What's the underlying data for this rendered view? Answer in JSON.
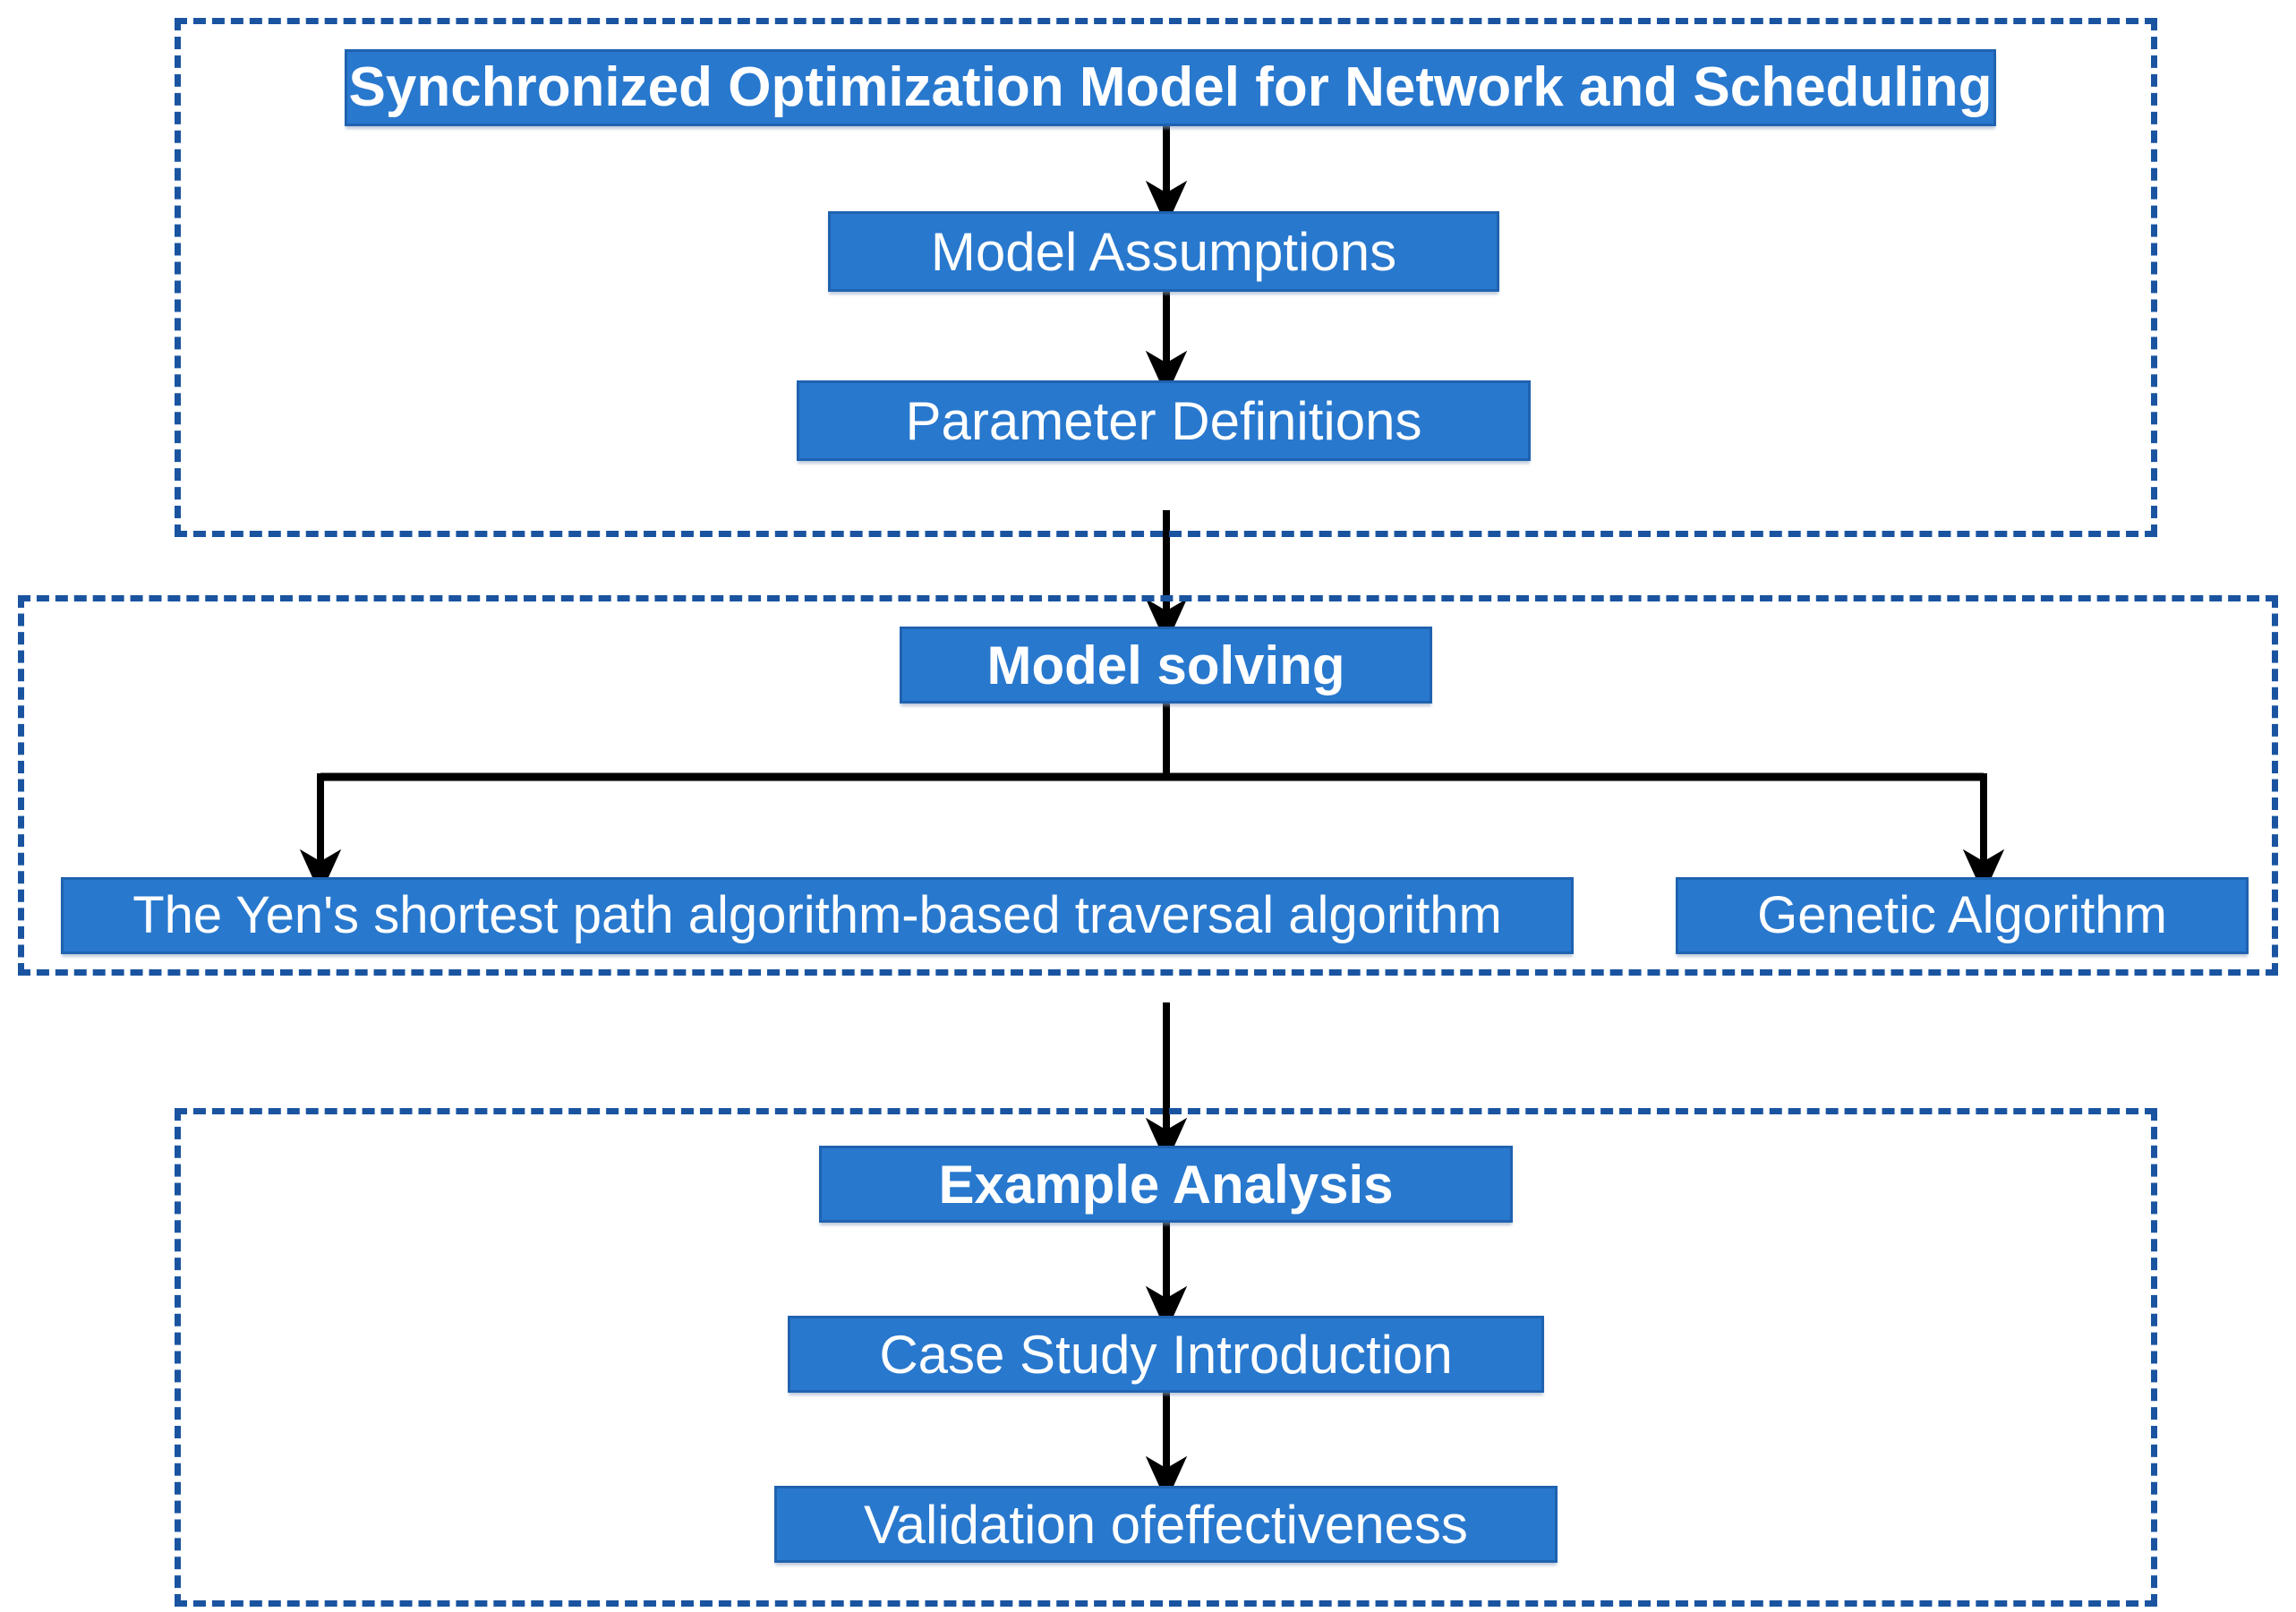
{
  "diagram": {
    "title": "Research framework flowchart",
    "colors": {
      "node_fill": "#2878CE",
      "node_border": "#1F62B0",
      "group_border": "#1A54A0",
      "node_text": "#FFFFFF",
      "arrow": "#000000",
      "background": "#FFFFFF"
    },
    "groups": [
      {
        "id": "modeling",
        "nodes": [
          {
            "id": "title",
            "label": "Synchronized Optimization Model for Network and Scheduling",
            "emphasis": "bold"
          },
          {
            "id": "assumptions",
            "label": "Model Assumptions",
            "emphasis": "regular"
          },
          {
            "id": "parameters",
            "label": "Parameter Definitions",
            "emphasis": "regular"
          }
        ]
      },
      {
        "id": "solving",
        "nodes": [
          {
            "id": "model-solving",
            "label": "Model solving",
            "emphasis": "bold"
          },
          {
            "id": "yen-algorithm",
            "label": "The Yen's shortest path algorithm-based traversal algorithm",
            "emphasis": "regular"
          },
          {
            "id": "genetic-algorithm",
            "label": "Genetic Algorithm",
            "emphasis": "regular"
          }
        ]
      },
      {
        "id": "example",
        "nodes": [
          {
            "id": "example-analysis",
            "label": "Example Analysis",
            "emphasis": "bold"
          },
          {
            "id": "case-study",
            "label": "Case Study Introduction",
            "emphasis": "regular"
          },
          {
            "id": "validation",
            "label": "Validation ofeffectiveness",
            "emphasis": "regular"
          }
        ]
      }
    ],
    "edges": [
      {
        "from": "title",
        "to": "assumptions",
        "type": "arrow-down"
      },
      {
        "from": "assumptions",
        "to": "parameters",
        "type": "arrow-down"
      },
      {
        "from": "modeling-group",
        "to": "model-solving",
        "type": "arrow-down"
      },
      {
        "from": "model-solving",
        "to": "yen-algorithm",
        "type": "split-left"
      },
      {
        "from": "model-solving",
        "to": "genetic-algorithm",
        "type": "split-right"
      },
      {
        "from": "solving-group",
        "to": "example-analysis",
        "type": "arrow-down"
      },
      {
        "from": "example-analysis",
        "to": "case-study",
        "type": "arrow-down"
      },
      {
        "from": "case-study",
        "to": "validation",
        "type": "arrow-down"
      }
    ]
  }
}
